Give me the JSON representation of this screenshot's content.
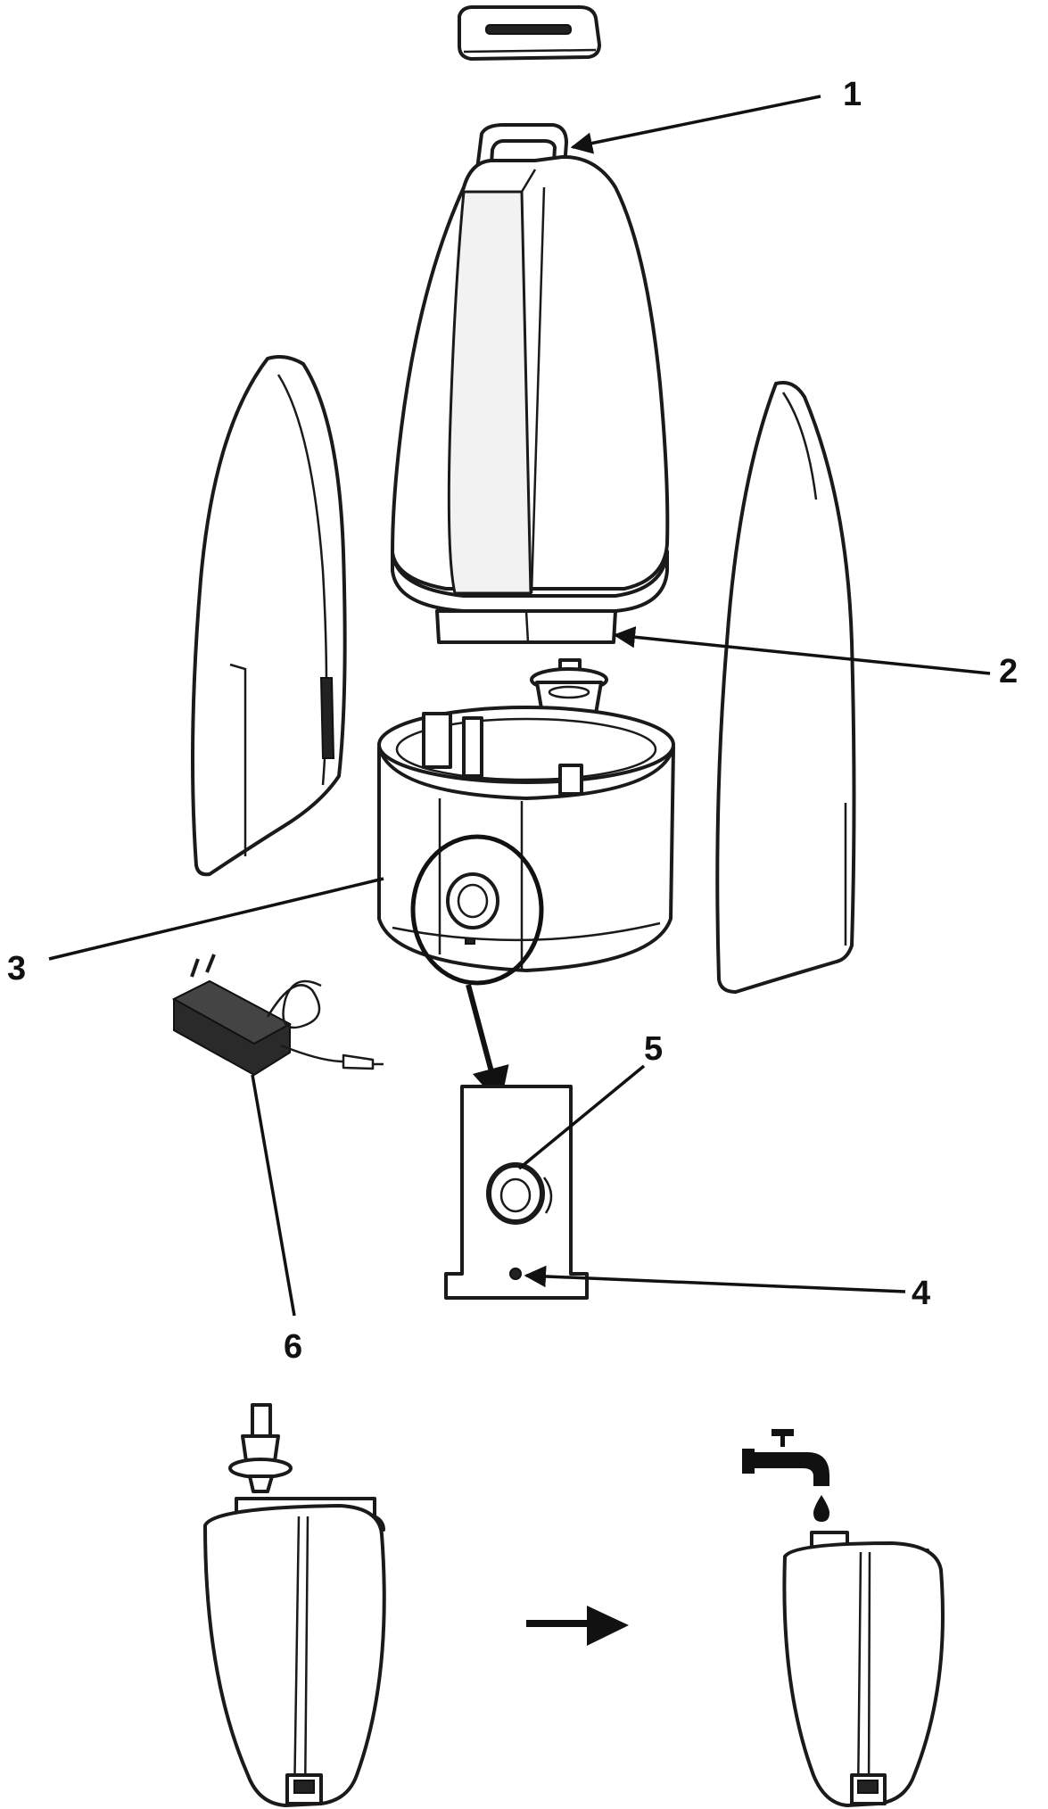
{
  "callouts": {
    "c1": "1",
    "c2": "2",
    "c3": "3",
    "c4": "4",
    "c5": "5",
    "c6": "6"
  },
  "colors": {
    "line": "#1a1a1a",
    "background": "#ffffff",
    "fill": "#ffffff",
    "shade": "#e8e8e8"
  },
  "icons": {
    "faucet": "faucet-icon",
    "water_drop": "water-drop-icon",
    "arrow": "right-arrow-icon"
  }
}
